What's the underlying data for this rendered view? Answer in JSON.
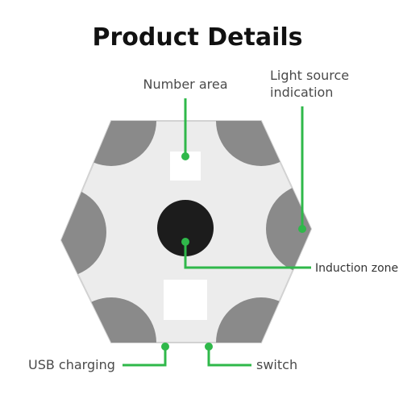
{
  "title": "Product Details",
  "labels": {
    "number_area": "Number area",
    "light_source_line1": "Light source",
    "light_source_line2": "indication",
    "induction_zone": "Induction zone",
    "usb_charging": "USB charging",
    "switch": "switch"
  },
  "colors": {
    "accent": "#2fb84a",
    "panel": "#ececec",
    "panel_border": "#d2d2d2",
    "corner": "#8a8a8a",
    "sensor": "#1c1c1c",
    "window": "#ffffff"
  }
}
